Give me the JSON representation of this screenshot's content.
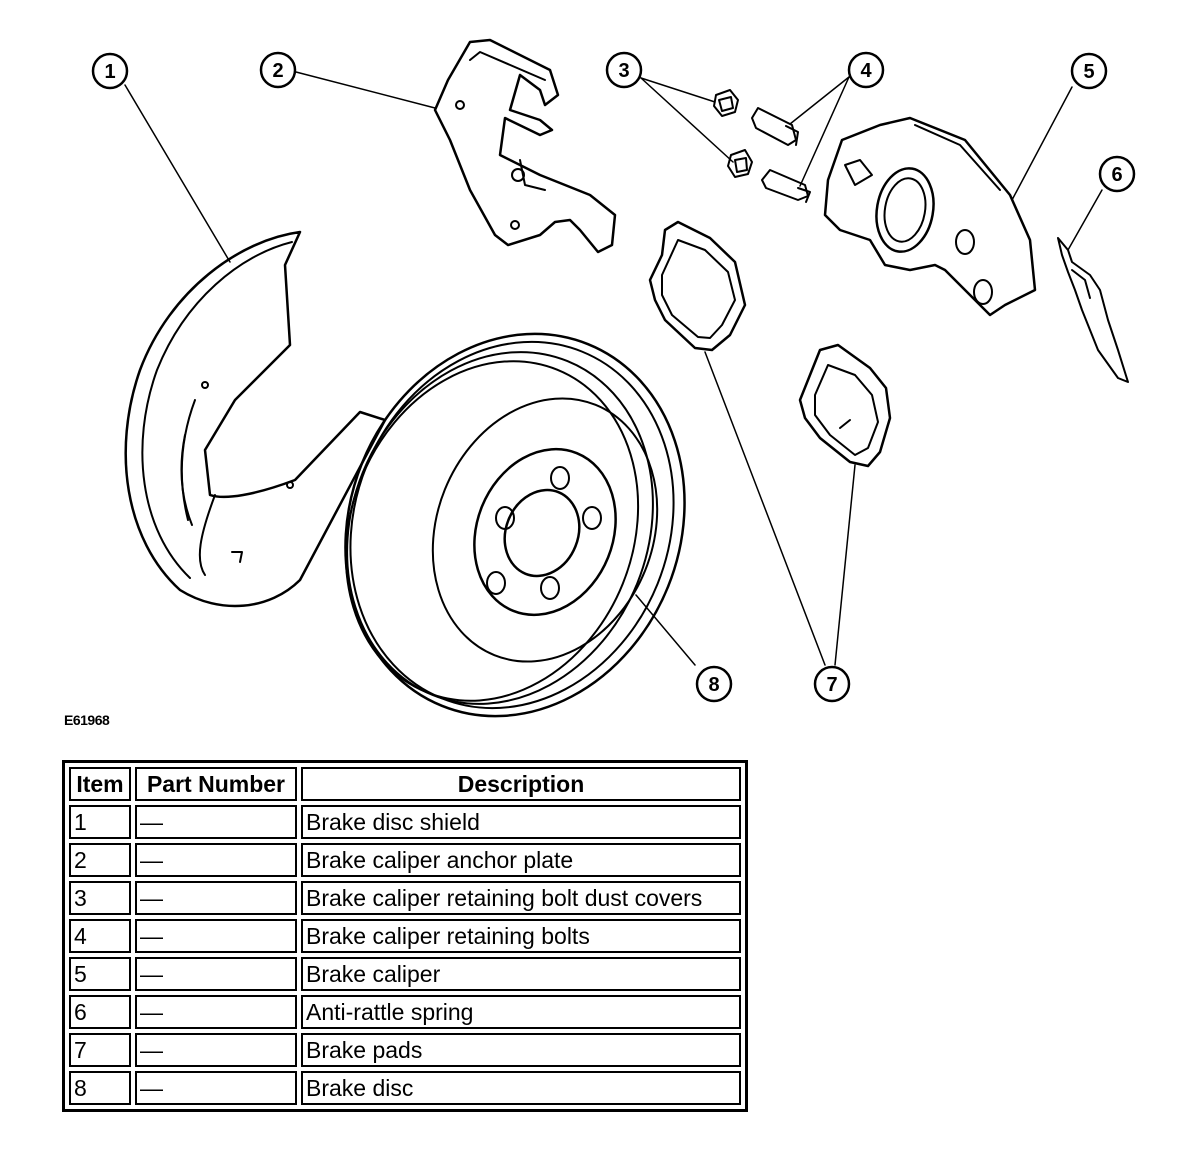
{
  "figure_id": "E61968",
  "callouts": [
    "1",
    "2",
    "3",
    "4",
    "5",
    "6",
    "7",
    "8"
  ],
  "table": {
    "headers": [
      "Item",
      "Part Number",
      "Description"
    ],
    "rows": [
      {
        "item": "1",
        "part_number": "—",
        "description": "Brake disc shield"
      },
      {
        "item": "2",
        "part_number": "—",
        "description": "Brake caliper anchor plate"
      },
      {
        "item": "3",
        "part_number": "—",
        "description": "Brake caliper retaining bolt dust covers"
      },
      {
        "item": "4",
        "part_number": "—",
        "description": "Brake caliper retaining bolts"
      },
      {
        "item": "5",
        "part_number": "—",
        "description": "Brake caliper"
      },
      {
        "item": "6",
        "part_number": "—",
        "description": "Anti-rattle spring"
      },
      {
        "item": "7",
        "part_number": "—",
        "description": "Brake pads"
      },
      {
        "item": "8",
        "part_number": "—",
        "description": "Brake disc"
      }
    ]
  }
}
